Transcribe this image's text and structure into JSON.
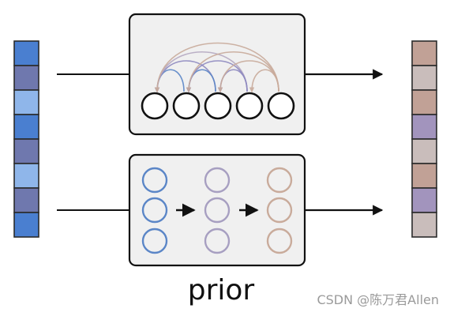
{
  "caption": "prior",
  "watermark": "CSDN @陈万君Allen",
  "input_vector": {
    "colors": [
      "#4a7fd0",
      "#6f78ae",
      "#8fb6ea",
      "#4a7fd0",
      "#6f78ae",
      "#8fb6ea",
      "#6f78ae",
      "#4a7fd0"
    ]
  },
  "output_vector": {
    "colors": [
      "#c1a196",
      "#c9bdbb",
      "#c1a196",
      "#a294bd",
      "#c9bdbb",
      "#c1a196",
      "#a294bd",
      "#c9bdbb"
    ]
  },
  "colors": {
    "box_fill": "#f0f0f0",
    "stroke": "#111111",
    "blue": "#5b86c7",
    "purple": "#9c93b8",
    "tan": "#c9ab9b"
  },
  "top_panel": {
    "node_count": 5,
    "arcs": [
      {
        "from": 0,
        "to": 1,
        "color": "#5b86c7"
      },
      {
        "from": 0,
        "to": 2,
        "color": "#8e89c0"
      },
      {
        "from": 0,
        "to": 3,
        "color": "#b6aac2"
      },
      {
        "from": 0,
        "to": 4,
        "color": "#c9ab9b"
      },
      {
        "from": 1,
        "to": 2,
        "color": "#5b86c7"
      },
      {
        "from": 1,
        "to": 3,
        "color": "#8e89c0"
      },
      {
        "from": 1,
        "to": 4,
        "color": "#c9ab9b"
      },
      {
        "from": 2,
        "to": 3,
        "color": "#8e89c0"
      },
      {
        "from": 2,
        "to": 4,
        "color": "#c9ab9b"
      },
      {
        "from": 3,
        "to": 4,
        "color": "#c9ab9b"
      }
    ]
  },
  "bottom_panel": {
    "columns": [
      {
        "color": "#5b86c7",
        "count": 3
      },
      {
        "color": "#a79fc1",
        "count": 3
      },
      {
        "color": "#c9ab9b",
        "count": 3
      }
    ]
  }
}
